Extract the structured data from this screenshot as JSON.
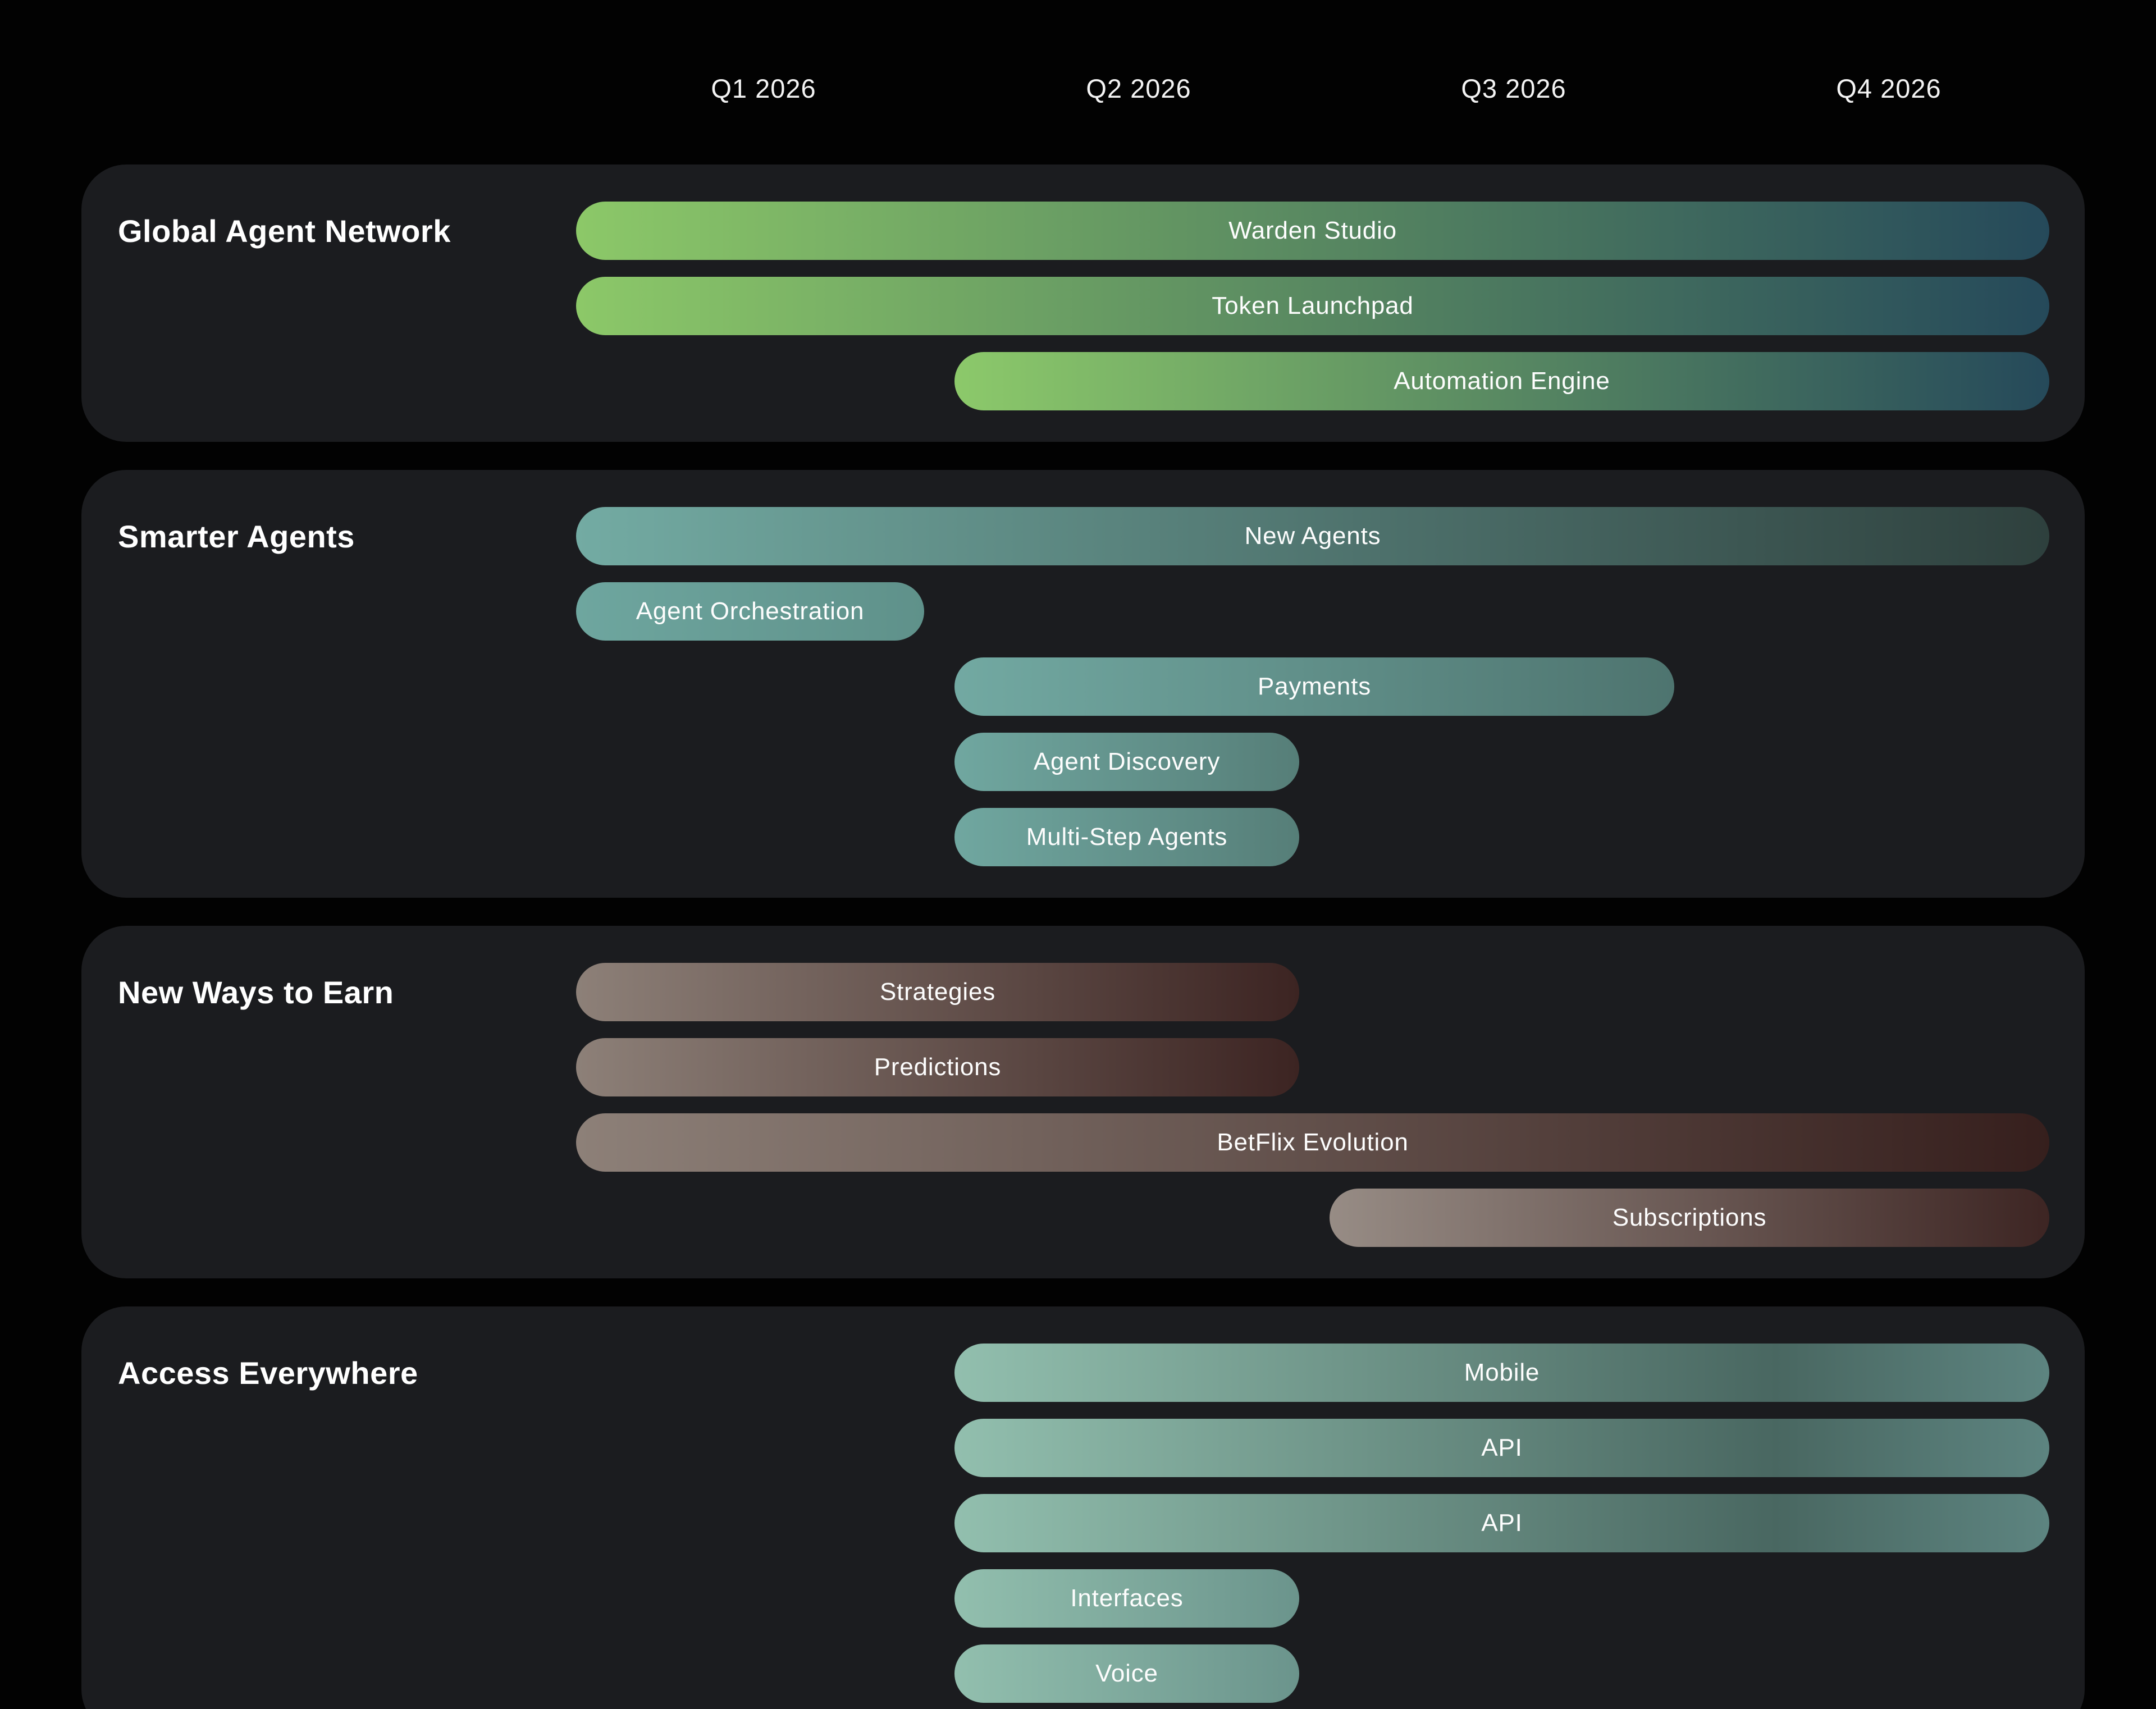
{
  "page": {
    "background": "#020202",
    "card_background": "#1b1c1f",
    "title_color": "#ffffff",
    "label_color": "#fdfdfd",
    "quarter_label_color": "#f4f4f4"
  },
  "chart_data": {
    "type": "bar",
    "subtype": "roadmap-gantt-timeline",
    "x_categories": [
      "Q1 2026",
      "Q2 2026",
      "Q3 2026",
      "Q4 2026"
    ],
    "x_range_quarters": [
      0,
      4
    ],
    "grid": false,
    "legend": false,
    "sections": [
      {
        "title": "Global Agent Network",
        "bars": [
          {
            "label": "Warden Studio",
            "start": 0,
            "end": 4,
            "color_from": "#8CC868",
            "color_to": "#25495A"
          },
          {
            "label": "Token Launchpad",
            "start": 0,
            "end": 4,
            "color_from": "#8CC868",
            "color_to": "#25495A"
          },
          {
            "label": "Automation Engine",
            "start": 1,
            "end": 4,
            "color_from": "#8CC96A",
            "color_to": "#25495A"
          }
        ]
      },
      {
        "title": "Smarter Agents",
        "bars": [
          {
            "label": "New Agents",
            "start": 0,
            "end": 4,
            "color_from": "#73ABA3",
            "color_to": "#2E403D"
          },
          {
            "label": "Agent Orchestration",
            "start": 0,
            "end": 1,
            "color_from": "#6EA69F",
            "color_to": "#5F918A"
          },
          {
            "label": "Payments",
            "start": 1,
            "end": 3,
            "color_from": "#72A9A2",
            "color_to": "#4E746F"
          },
          {
            "label": "Agent Discovery",
            "start": 1,
            "end": 2,
            "color_from": "#70A7A0",
            "color_to": "#567E78"
          },
          {
            "label": "Multi-Step Agents",
            "start": 1,
            "end": 2,
            "color_from": "#70A7A0",
            "color_to": "#567E78"
          }
        ]
      },
      {
        "title": "New Ways to Earn",
        "bars": [
          {
            "label": "Strategies",
            "start": 0,
            "end": 2,
            "color_from": "#8D8078",
            "color_to": "#3C2422"
          },
          {
            "label": "Predictions",
            "start": 0,
            "end": 2,
            "color_from": "#8D8078",
            "color_to": "#3C2422"
          },
          {
            "label": "BetFlix Evolution",
            "start": 0,
            "end": 4,
            "color_from": "#8D8078",
            "color_to": "#361F1D"
          },
          {
            "label": "Subscriptions",
            "start": 2,
            "end": 4,
            "color_from": "#978C85",
            "color_to": "#3D2523"
          }
        ]
      },
      {
        "title": "Access Everywhere",
        "bars": [
          {
            "label": "Mobile",
            "start": 1,
            "end": 4,
            "color_from": "#92BFAE",
            "color_mid": "#496761",
            "color_mid_pos": 75,
            "color_to": "#5D8480"
          },
          {
            "label": "API",
            "start": 1,
            "end": 4,
            "color_from": "#92BFAE",
            "color_mid": "#496761",
            "color_mid_pos": 75,
            "color_to": "#5D8480"
          },
          {
            "label": "API",
            "start": 1,
            "end": 4,
            "color_from": "#92BFAE",
            "color_mid": "#496761",
            "color_mid_pos": 75,
            "color_to": "#5D8480"
          },
          {
            "label": "Interfaces",
            "start": 1,
            "end": 2,
            "color_from": "#92BFAE",
            "color_to": "#6B948C"
          },
          {
            "label": "Voice",
            "start": 1,
            "end": 2,
            "color_from": "#92BFAE",
            "color_to": "#6B948C"
          }
        ]
      }
    ]
  }
}
